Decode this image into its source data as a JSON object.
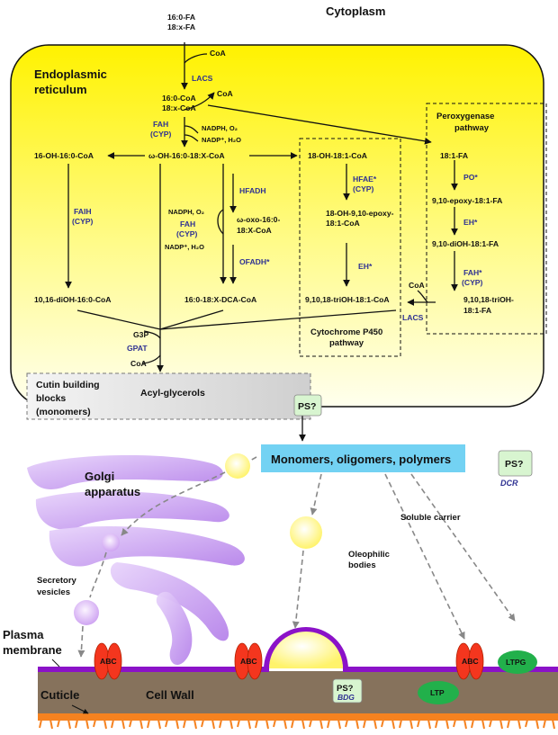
{
  "labels": {
    "cytoplasm": "Cytoplasm",
    "er_line1": "Endoplasmic",
    "er_line2": "reticulum",
    "fa_top1": "16:0-FA",
    "fa_top2": "18:x-FA",
    "coa_1": "CoA",
    "lacs_1": "LACS",
    "acyl_coa1": "16:0-CoA",
    "acyl_coa2": "18:x-CoA",
    "coa_2": "CoA",
    "fah_1": "FAH",
    "cyp_1": "(CYP)",
    "nadph_1": "NADPH, O₂",
    "nadp_1": "NADP⁺, H₂O",
    "omega_oh": "ω-OH-16:0-18:X-CoA",
    "oh16_coa": "16-OH-16:0-CoA",
    "faih": "FAIH",
    "cyp_faih": "(CYP)",
    "diOH16": "10,16-diOH-16:0-CoA",
    "hfadh": "HFADH",
    "nadph_2": "NADPH, O₂",
    "fah_2": "FAH",
    "cyp_2": "(CYP)",
    "nadp_2": "NADP⁺, H₂O",
    "oxo1": "ω-oxo-16:0-",
    "oxo2": "18:X-CoA",
    "ofadh": "OFADH*",
    "dca": "16:0-18:X-DCA-CoA",
    "oh18_coa": "18-OH-18:1-CoA",
    "hfae": "HFAE*",
    "cyp_hfae": "(CYP)",
    "epoxy1": "18-OH-9,10-epoxy-",
    "epoxy2": "18:1-CoA",
    "eh_1": "EH*",
    "trioh_coa": "9,10,18-triOH-18:1-CoA",
    "p450_1": "Cytochrome P450",
    "p450_2": "pathway",
    "perox1": "Peroxygenase",
    "perox2": "pathway",
    "fa181": "18:1-FA",
    "po": "PO*",
    "epoxy_fa": "9,10-epoxy-18:1-FA",
    "eh_2": "EH*",
    "dioh_fa": "9,10-diOH-18:1-FA",
    "fah_3": "FAH*",
    "cyp_3": "(CYP)",
    "trioh1": "9,10,18-triOH-",
    "trioh2": "18:1-FA",
    "coa_3": "CoA",
    "lacs_2": "LACS",
    "g3p": "G3P",
    "gpat": "GPAT",
    "coa_4": "CoA",
    "cutin1": "Cutin building",
    "cutin2": "blocks",
    "cutin3": "(monomers)",
    "acylglycerols": "Acyl-glycerols",
    "ps_1": "PS?",
    "monomers": "Monomers, oligomers, polymers",
    "ps_2": "PS?",
    "dcr": "DCR",
    "golgi1": "Golgi",
    "golgi2": "apparatus",
    "soluble": "Soluble carrier",
    "oleo1": "Oleophilic",
    "oleo2": "bodies",
    "secretory1": "Secretory",
    "secretory2": "vesicles",
    "plasma1": "Plasma",
    "plasma2": "membrane",
    "abc_1": "ABC",
    "abc_2": "ABC",
    "abc_3": "ABC",
    "ltpg": "LTPG",
    "ps_3": "PS?",
    "bdg": "BDG",
    "ltp": "LTP",
    "cuticle": "Cuticle",
    "cellwall": "Cell Wall"
  },
  "colors": {
    "er_fill_top": "#fff200",
    "er_fill_bottom": "#ffffee",
    "enzyme_text": "#2e3192",
    "monomer_box": "#73d2f3",
    "ps_box": "#d8f5d0",
    "abc": "#f4361e",
    "ltp": "#22b04b",
    "membrane": "#8b12c8",
    "golgi": "#c9a0f0",
    "cell_wall": "#8a7660",
    "cuticle": "#f58220"
  }
}
